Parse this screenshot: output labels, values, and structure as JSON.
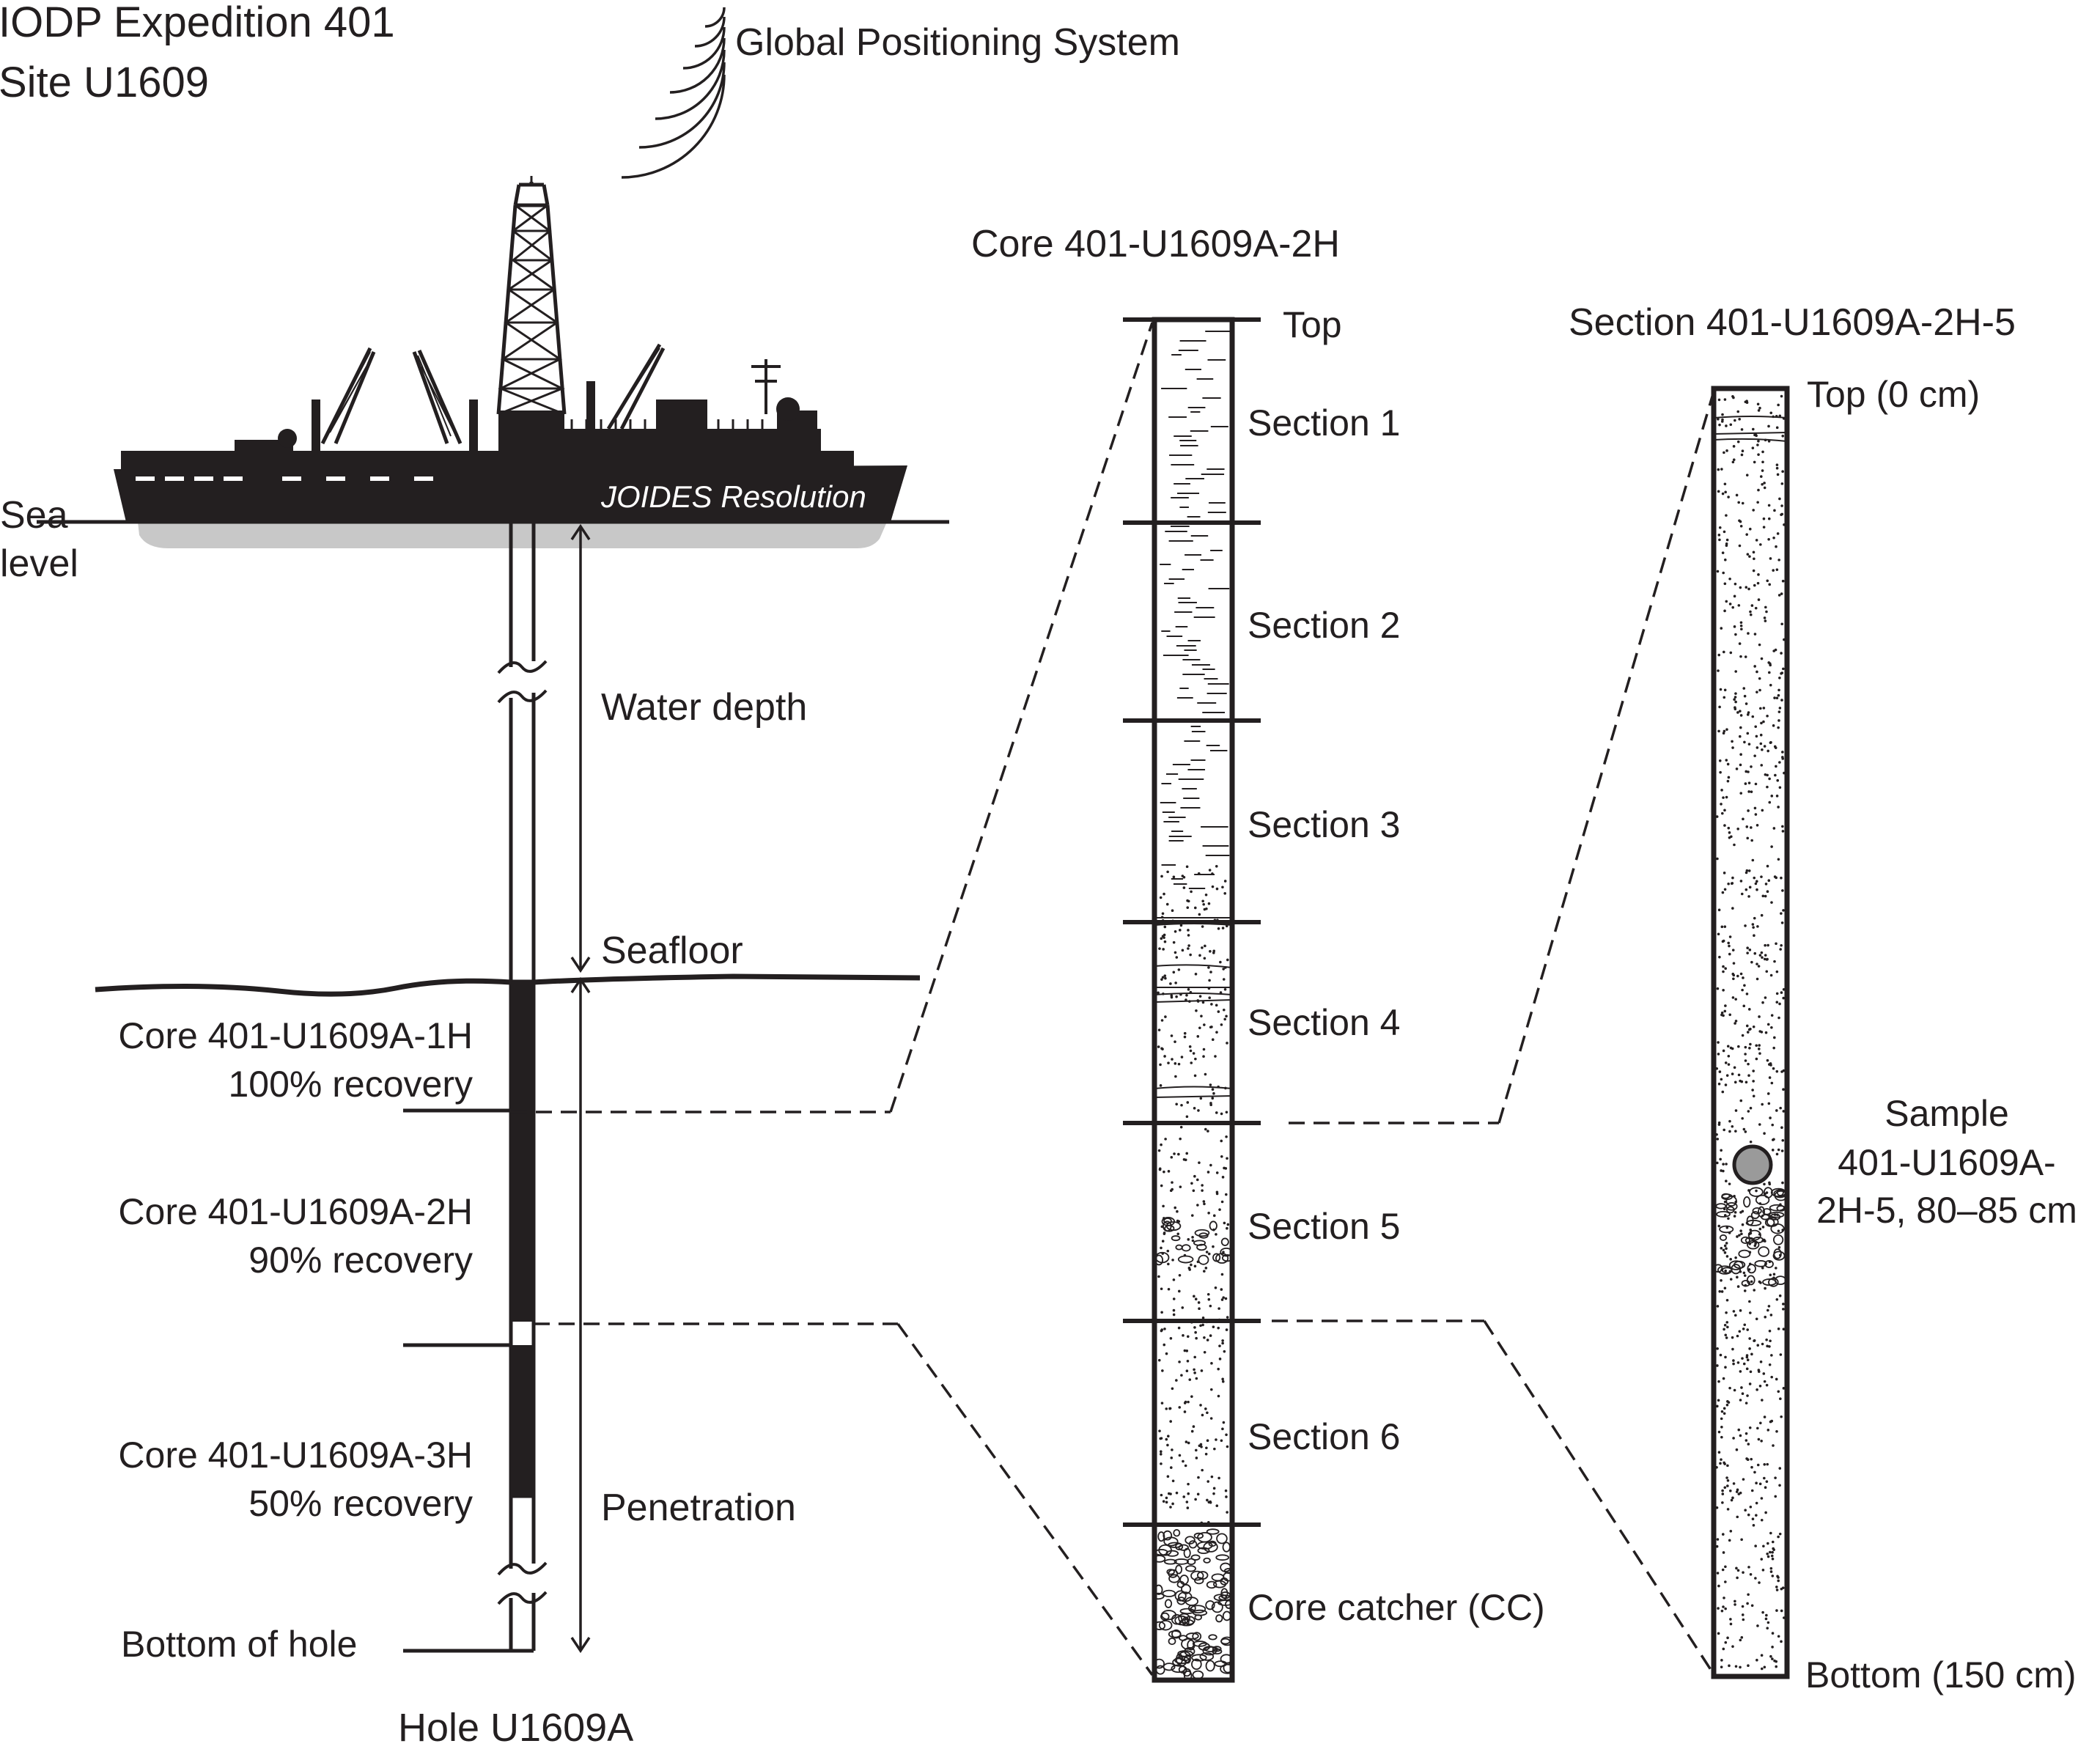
{
  "header": {
    "line1": "IODP Expedition 401",
    "line2": "Site U1609"
  },
  "gps": {
    "label": "Global Positioning System"
  },
  "ship": {
    "name": "JOIDES Resolution"
  },
  "sea_level": {
    "line1": "Sea",
    "line2": "level"
  },
  "hole": {
    "water_depth": "Water depth",
    "seafloor": "Seafloor",
    "penetration": "Penetration",
    "bottom": "Bottom of hole",
    "title": "Hole U1609A",
    "cores": [
      {
        "name": "Core 401-U1609A-1H",
        "recovery": "100% recovery",
        "recovery_fraction": 1.0
      },
      {
        "name": "Core 401-U1609A-2H",
        "recovery": "90% recovery",
        "recovery_fraction": 0.9
      },
      {
        "name": "Core 401-U1609A-3H",
        "recovery": "50% recovery",
        "recovery_fraction": 0.5
      }
    ]
  },
  "core_detail": {
    "title": "Core 401-U1609A-2H",
    "top": "Top",
    "sections": [
      "Section 1",
      "Section 2",
      "Section 3",
      "Section 4",
      "Section 5",
      "Section 6",
      "Core catcher (CC)"
    ]
  },
  "section_detail": {
    "title": "Section 401-U1609A-2H-5",
    "top": "Top (0 cm)",
    "bottom": "Bottom (150 cm)",
    "sample": {
      "line1": "Sample",
      "line2": "401-U1609A-",
      "line3": "2H-5, 80–85 cm"
    }
  },
  "colors": {
    "ink": "#231f20",
    "ship_shadow": "#c8c8c8",
    "sample_fill": "#9a9a9a"
  }
}
